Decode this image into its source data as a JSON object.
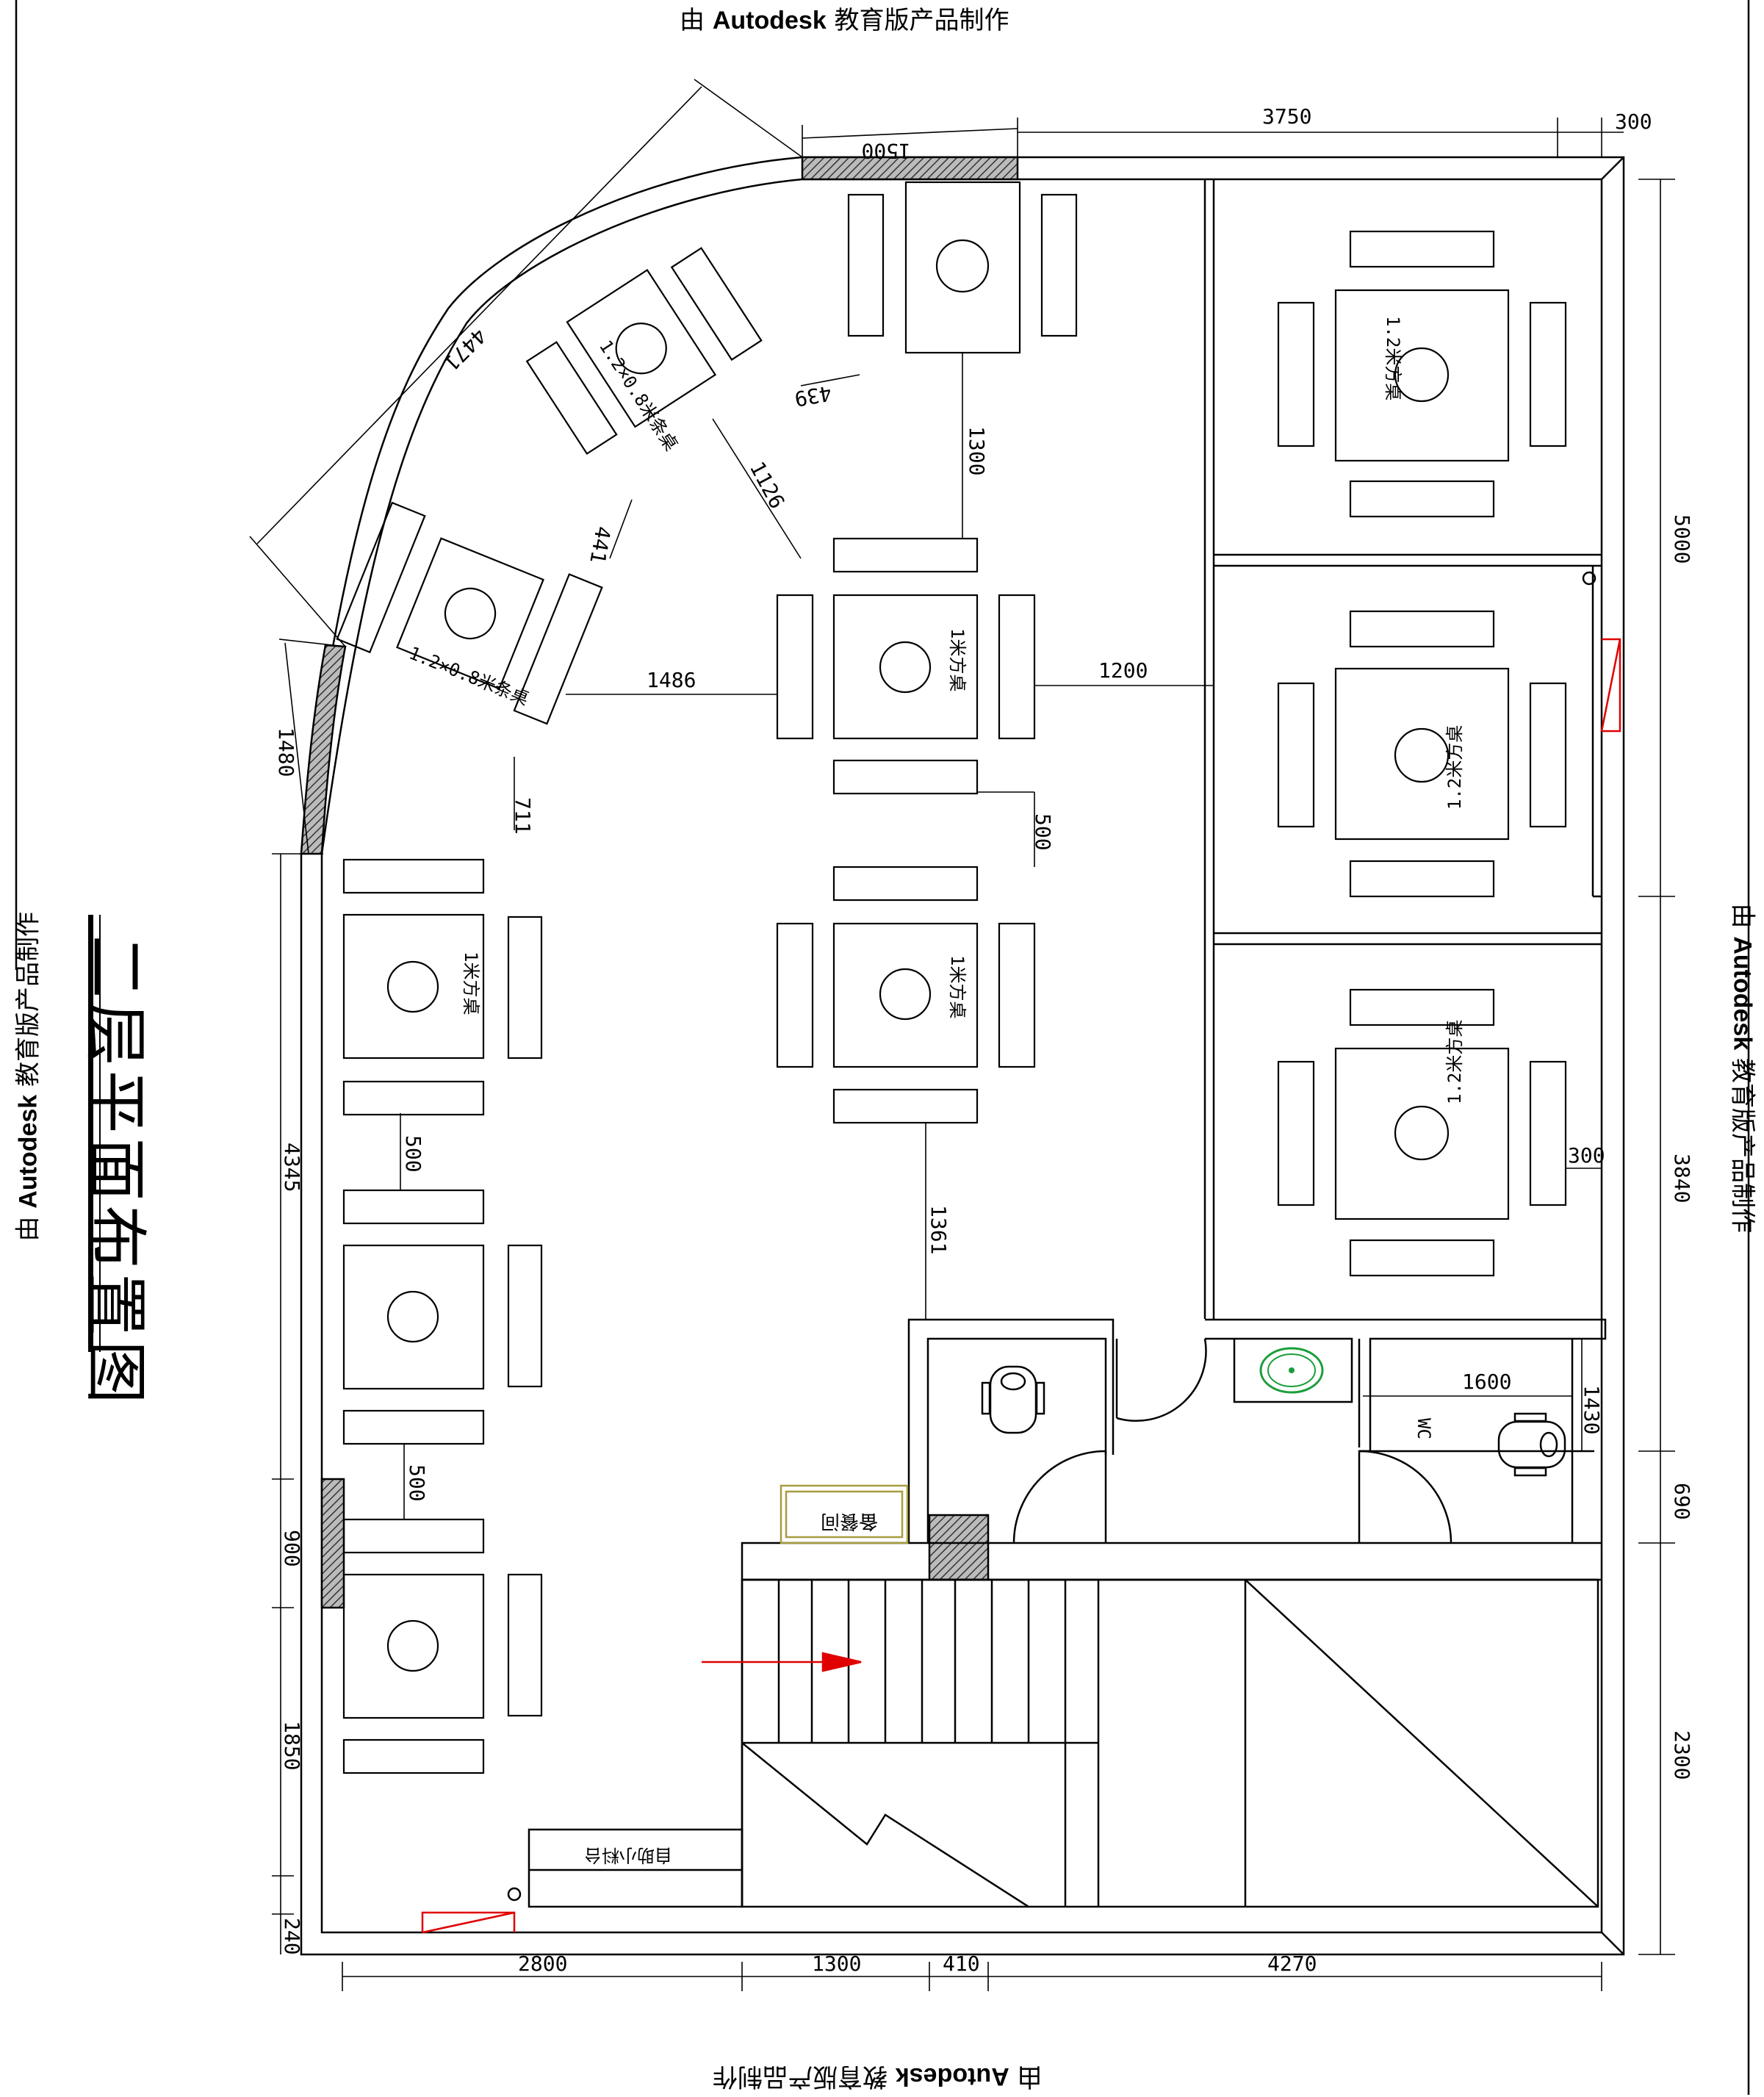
{
  "watermark": {
    "prefix": "由",
    "brand": "Autodesk",
    "suffix": "教育版产品制作"
  },
  "title": "二层平面布置图",
  "dims": {
    "top": [
      "3750",
      "300",
      "1500",
      "4471"
    ],
    "right": [
      "5000",
      "3840",
      "690",
      "2300"
    ],
    "left": [
      "1480",
      "4345",
      "900",
      "1850",
      "240"
    ],
    "bottom": [
      "2800",
      "1300",
      "410",
      "4270"
    ],
    "inner": [
      "1300",
      "1126",
      "439",
      "441",
      "711",
      "1486",
      "1200",
      "500",
      "500",
      "500",
      "1361",
      "1600",
      "1430",
      "300"
    ]
  },
  "labels": {
    "table_1m": "1米方桌",
    "table_12m": "1.2米方桌",
    "table_1208": "1.2×0.8米条桌",
    "wc": "WC",
    "service": "备餐间",
    "selfservice": "自助小料台"
  },
  "colors": {
    "line": "#000000",
    "red": "#e00000",
    "green": "#1a9e3a",
    "hatch": "#555555"
  }
}
